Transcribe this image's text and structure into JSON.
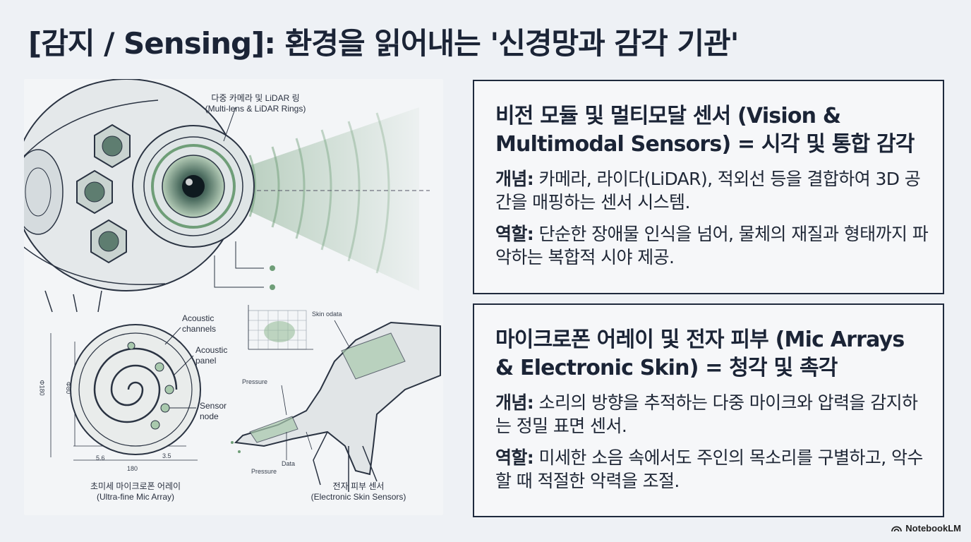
{
  "title": "[감지 / Sensing]: 환경을 읽어내는 '신경망과 감각 기관'",
  "illustration": {
    "top_label_ko": "다중 카메라 및 LiDAR 링",
    "top_label_en": "(Multi-lens & LiDAR Rings)",
    "acoustic_channels": [
      "Acoustic",
      "channels"
    ],
    "acoustic_panel": [
      "Acoustic",
      "panel"
    ],
    "sensor_node": [
      "Sensor",
      "node"
    ],
    "dim_left": "Φ180",
    "dim_inner": "Φ80",
    "dim_bottom": "180",
    "dim_56": "5.6",
    "dim_35": "3.5",
    "skin_odata": "Skin odata",
    "pressure_top": "Pressure",
    "data": "Data",
    "pressure_bottom": "Pressure",
    "mic_label_ko": "초미세 마이크로폰 어레이",
    "mic_label_en": "(Ultra-fine Mic Array)",
    "skin_label_ko": "전자 피부 센서",
    "skin_label_en": "(Electronic Skin Sensors)"
  },
  "cards": [
    {
      "heading": "비전 모듈 및 멀티모달 센서 (Vision & Multimodal Sensors) = 시각 및 통합 감각",
      "concept_key": "개념:",
      "concept": " 카메라, 라이다(LiDAR), 적외선 등을 결합하여 3D 공간을 매핑하는 센서 시스템.",
      "role_key": "역할:",
      "role": " 단순한 장애물 인식을 넘어, 물체의 재질과 형태까지 파악하는 복합적 시야 제공."
    },
    {
      "heading": "마이크로폰 어레이 및 전자 피부 (Mic Arrays & Electronic Skin) = 청각 및 촉각",
      "concept_key": "개념:",
      "concept": " 소리의 방향을 추적하는 다중 마이크와 압력을 감지하는 정밀 표면 센서.",
      "role_key": "역할:",
      "role": " 미세한 소음 속에서도 주인의 목소리를 구별하고, 악수할 때 적절한 악력을 조절."
    }
  ],
  "brand": "NotebookLM",
  "colors": {
    "accent_green": "#6f9e78",
    "ink": "#1f2a3d",
    "background": "#eef1f5"
  }
}
